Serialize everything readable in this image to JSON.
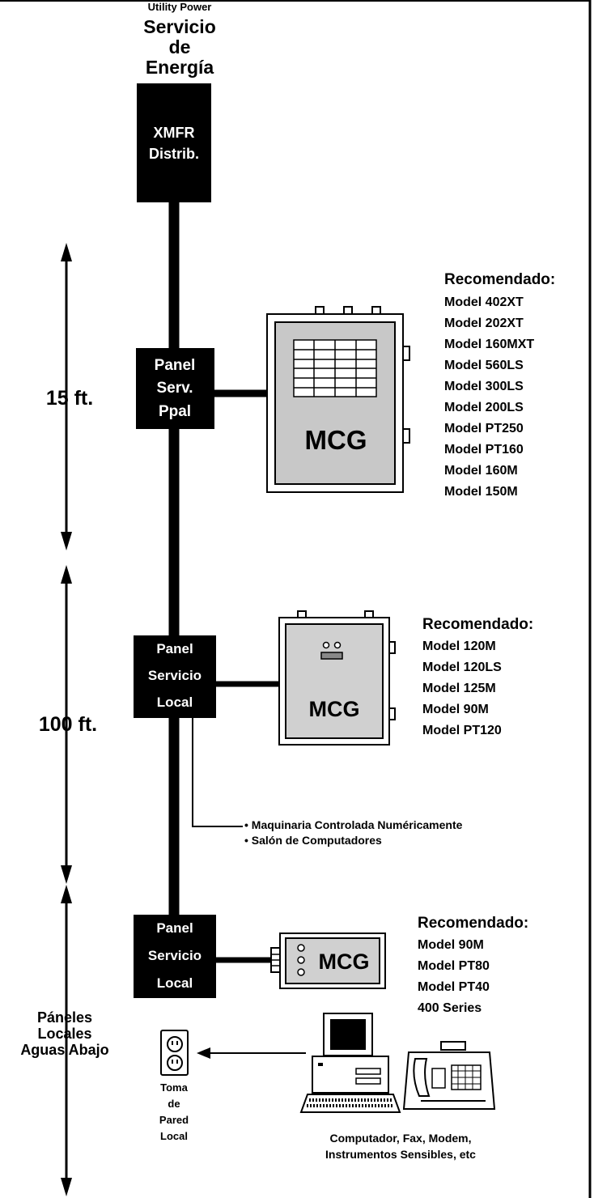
{
  "header": {
    "top_cut_text": "Utility Power",
    "title_lines": [
      "Servicio",
      "de",
      "Energía"
    ]
  },
  "transformer": {
    "lines": [
      "XMFR",
      "Distrib."
    ]
  },
  "distances": [
    {
      "label": "15 ft."
    },
    {
      "label": "100 ft."
    },
    {
      "label_lines": [
        "Páneles",
        "Locales",
        "Aguas Abajo"
      ]
    }
  ],
  "panels": [
    {
      "lines": [
        "Panel",
        "Serv.",
        "Ppal"
      ]
    },
    {
      "lines": [
        "Panel",
        "Servicio",
        "Local"
      ]
    },
    {
      "lines": [
        "Panel",
        "Servicio",
        "Local"
      ]
    }
  ],
  "devices": [
    {
      "badge": "MCG"
    },
    {
      "badge": "MCG"
    },
    {
      "badge": "MCG"
    }
  ],
  "recommendations": [
    {
      "heading": "Recomendado:",
      "models": [
        "Model 402XT",
        "Model 202XT",
        "Model 160MXT",
        "Model 560LS",
        "Model 300LS",
        "Model 200LS",
        "Model PT250",
        "Model PT160",
        "Model 160M",
        "Model 150M"
      ]
    },
    {
      "heading": "Recomendado:",
      "models": [
        "Model 120M",
        "Model 120LS",
        "Model 125M",
        "Model 90M",
        "Model PT120"
      ]
    },
    {
      "heading": "Recomendado:",
      "models": [
        "Model 90M",
        "Model PT80",
        "Model PT40",
        "400 Series"
      ]
    }
  ],
  "branch_loads": [
    "• Maquinaria Controlada Numéricamente",
    "• Salón de Computadores"
  ],
  "outlet_label_lines": [
    "Toma",
    "de",
    "Pared",
    "Local"
  ],
  "equipment_caption_lines": [
    "Computador, Fax, Modem,",
    "Instrumentos Sensibles, etc"
  ]
}
